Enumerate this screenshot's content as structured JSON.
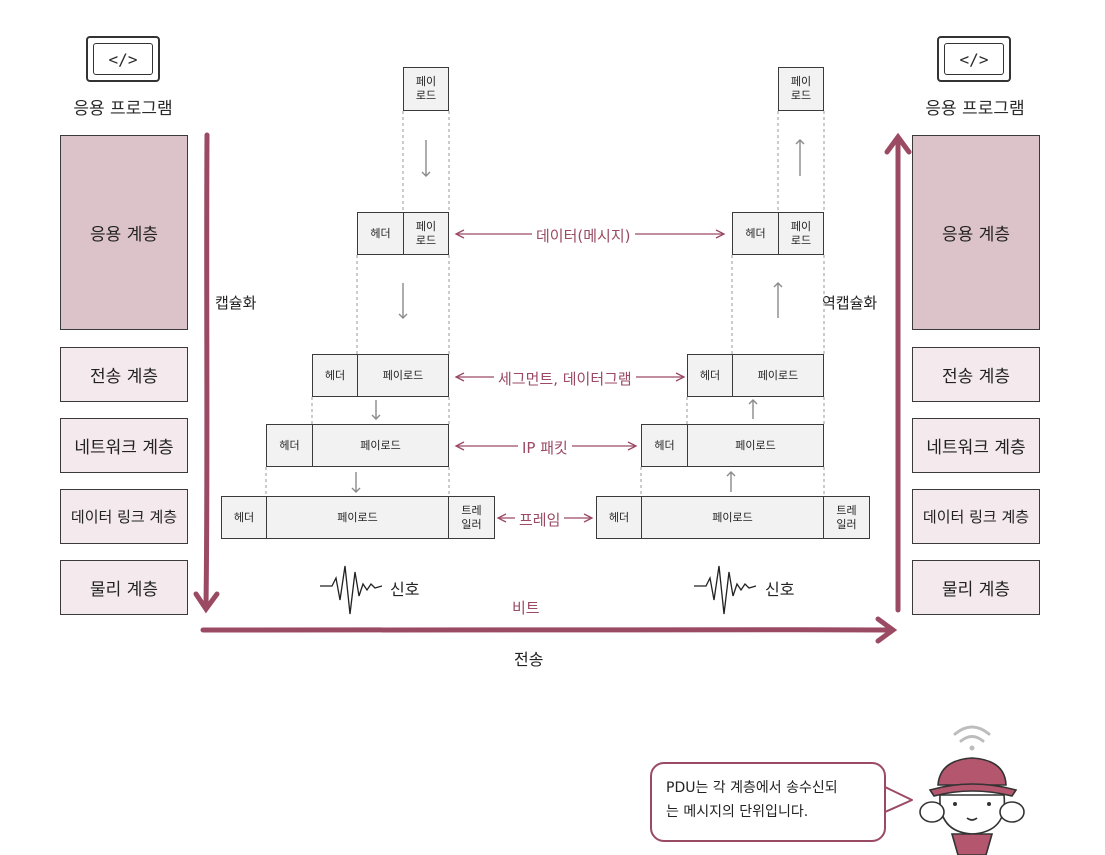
{
  "left": {
    "program_label": "응용 프로그램",
    "monitor_code": "</>",
    "layers": [
      "응용 계층",
      "전송 계층",
      "네트워크 계층",
      "데이터 링크 계층",
      "물리 계층"
    ],
    "process_label": "캡슐화"
  },
  "right": {
    "program_label": "응용 프로그램",
    "monitor_code": "</>",
    "layers": [
      "응용 계층",
      "전송 계층",
      "네트워크 계층",
      "데이터 링크 계층",
      "물리 계층"
    ],
    "process_label": "역캡슐화"
  },
  "packets": {
    "payload_small": "페이\n로드",
    "header": "헤더",
    "payload": "페이로드",
    "trailer": "트레\n일러"
  },
  "pdu_labels": {
    "application": "데이터(메시지)",
    "transport": "세그먼트, 데이터그램",
    "network": "IP 패킷",
    "datalink": "프레임"
  },
  "physical": {
    "signal_left": "신호",
    "signal_right": "신호",
    "bit": "비트",
    "transmission": "전송"
  },
  "bubble": {
    "line1": "PDU는 각 계층에서 송수신되",
    "line2": "는 메시지의 단위입니다."
  },
  "colors": {
    "accent": "#9b4a63",
    "app_layer_fill": "#dcc3ca",
    "layer_fill": "#f4e9ec",
    "packet_fill": "#f2f2f2"
  }
}
